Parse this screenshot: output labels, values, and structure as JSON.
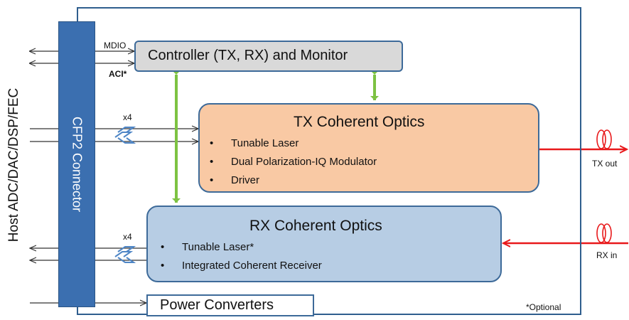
{
  "host_label": "Host ADC/DAC/DSP/FEC",
  "connector_label": "CFP2 Connector",
  "controller": {
    "label": "Controller (TX, RX) and Monitor"
  },
  "mdio_label": "MDIO",
  "aci_label": "ACI*",
  "tx": {
    "title": "TX Coherent Optics",
    "items": [
      "Tunable Laser",
      "Dual Polarization-IQ  Modulator",
      "Driver"
    ]
  },
  "rx": {
    "title": "RX Coherent Optics",
    "items": [
      "Tunable Laser*",
      "Integrated Coherent Receiver"
    ]
  },
  "power_label": "Power Converters",
  "x4_tx": "x4",
  "x4_rx": "x4",
  "tx_out_label": "TX out",
  "rx_in_label": "RX in",
  "optional_note": "*Optional",
  "colors": {
    "connector": "#3b6fb0",
    "tx_fill": "#f9c9a4",
    "rx_fill": "#b7cde4",
    "controller_fill": "#d9d9d9",
    "green_bus": "#7dc242",
    "optical_red": "#e8191b"
  }
}
